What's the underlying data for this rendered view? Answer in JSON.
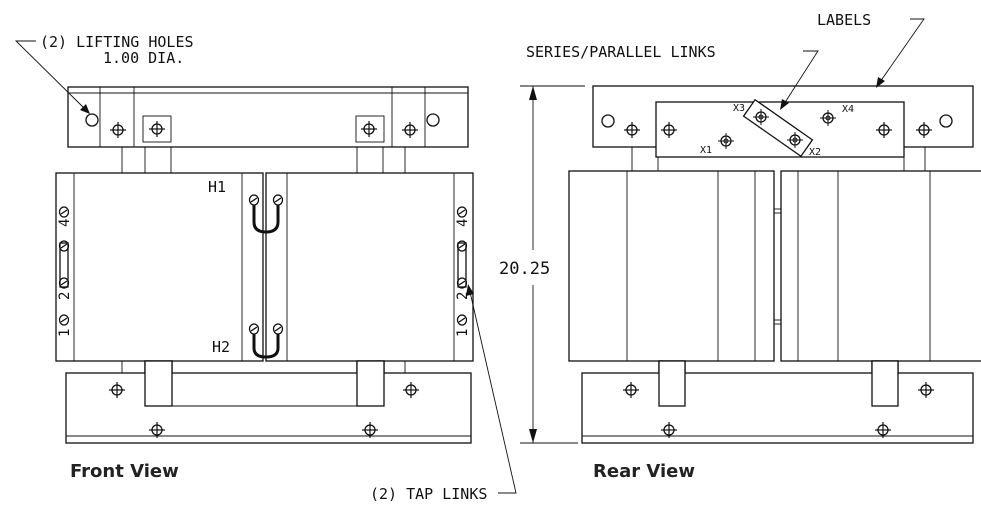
{
  "callouts": {
    "lifting_holes_line1": "(2) LIFTING HOLES",
    "lifting_holes_line2": "1.00 DIA.",
    "series_parallel_links": "SERIES/PARALLEL LINKS",
    "labels": "LABELS",
    "tap_links": "(2) TAP LINKS"
  },
  "terminals": {
    "h1": "H1",
    "h2": "H2",
    "x1": "X1",
    "x2": "X2",
    "x3": "X3",
    "x4": "X4"
  },
  "tap_numbers": {
    "left": [
      "4",
      "2",
      "1"
    ],
    "right": [
      "4",
      "2",
      "1"
    ]
  },
  "dimension": {
    "height": "20.25"
  },
  "views": {
    "front": "Front View",
    "rear": "Rear View"
  }
}
